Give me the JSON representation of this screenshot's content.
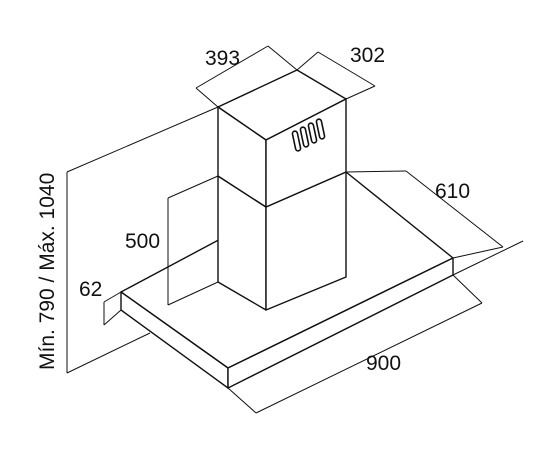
{
  "diagram": {
    "dimensions": {
      "top_width": "393",
      "top_depth": "302",
      "body_depth": "610",
      "lower_chimney_height": "500",
      "canopy_thickness": "62",
      "canopy_width": "900",
      "total_height": "Mín. 790 / Máx. 1040"
    },
    "colors": {
      "line": "#111111",
      "fill": "#ffffff"
    },
    "icons": [
      "vent-slots-icon"
    ]
  }
}
